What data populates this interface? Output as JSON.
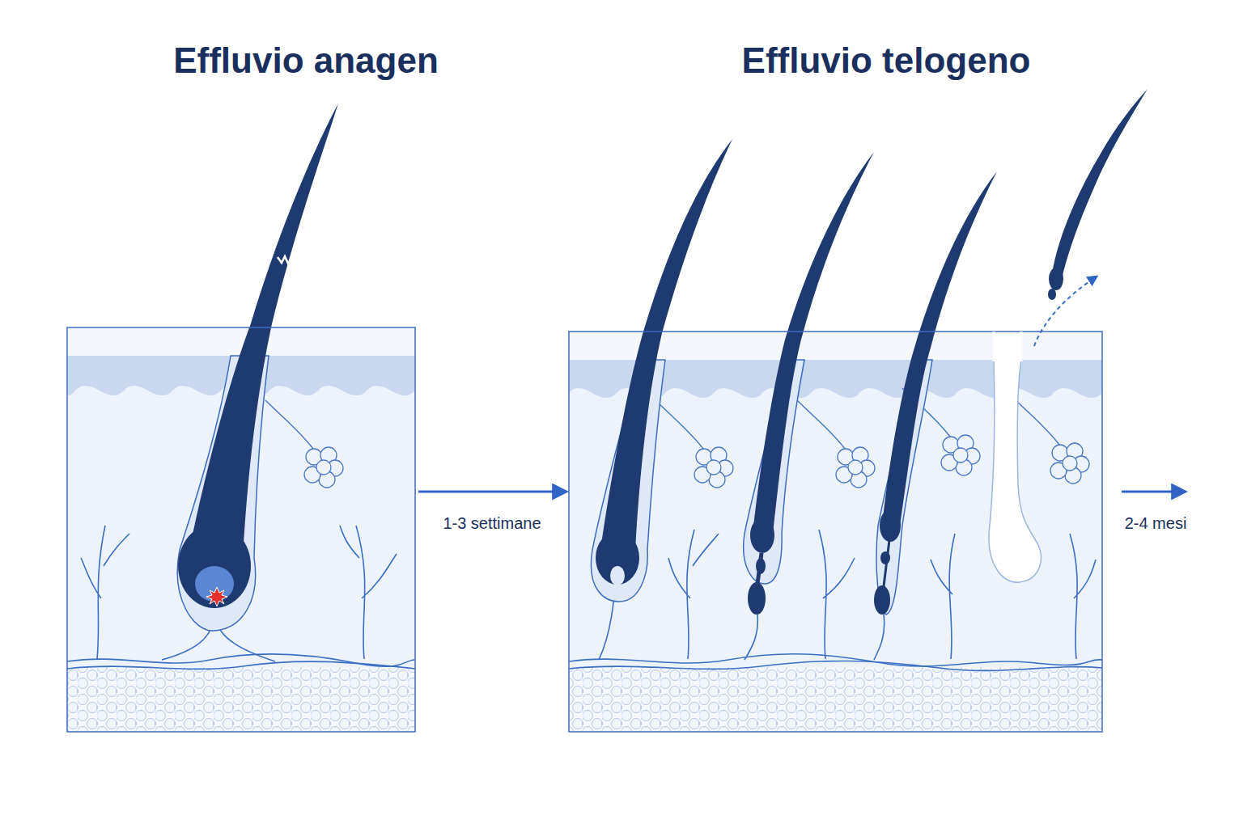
{
  "diagram": {
    "nodes": [
      {
        "text": [
          "Effluvio anagen"
        ]
      },
      {
        "text": [
          "Effluvio telogeno"
        ]
      }
    ],
    "edges": [
      {
        "from": 0,
        "to": 1,
        "label": "1-3 settimane",
        "arrow": "to"
      }
    ],
    "labels": [
      "2-4 mesi"
    ]
  }
}
